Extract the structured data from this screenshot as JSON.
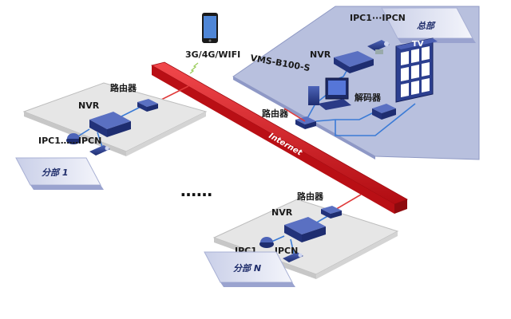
{
  "phone": {
    "label": "3G/4G/WIFI"
  },
  "internet": {
    "label": "Internet"
  },
  "hq": {
    "site_label": "总部",
    "ipc_label": "IPC1···IPCN",
    "nvr_label": "NVR",
    "vms_label": "VMS-B100-S",
    "decoder_label": "解码器",
    "router_label": "路由器",
    "tv_label": "TV"
  },
  "branch1": {
    "site_label": "分部 1",
    "router_label": "路由器",
    "nvr_label": "NVR",
    "ipc_label": "IPC1……IPCN"
  },
  "branchN": {
    "site_label": "分部 N",
    "router_label": "路由器",
    "nvr_label": "NVR",
    "ipc_label": "IPC1……IPCN"
  },
  "ellipsis": "……",
  "colors": {
    "platform_gray": "#e6e6e6",
    "platform_blue": "#b9c1de",
    "internet_red": "#d9141b",
    "link_red": "#e03a3a",
    "link_blue": "#3b7bd6",
    "device_navy": "#2c3f8f"
  }
}
